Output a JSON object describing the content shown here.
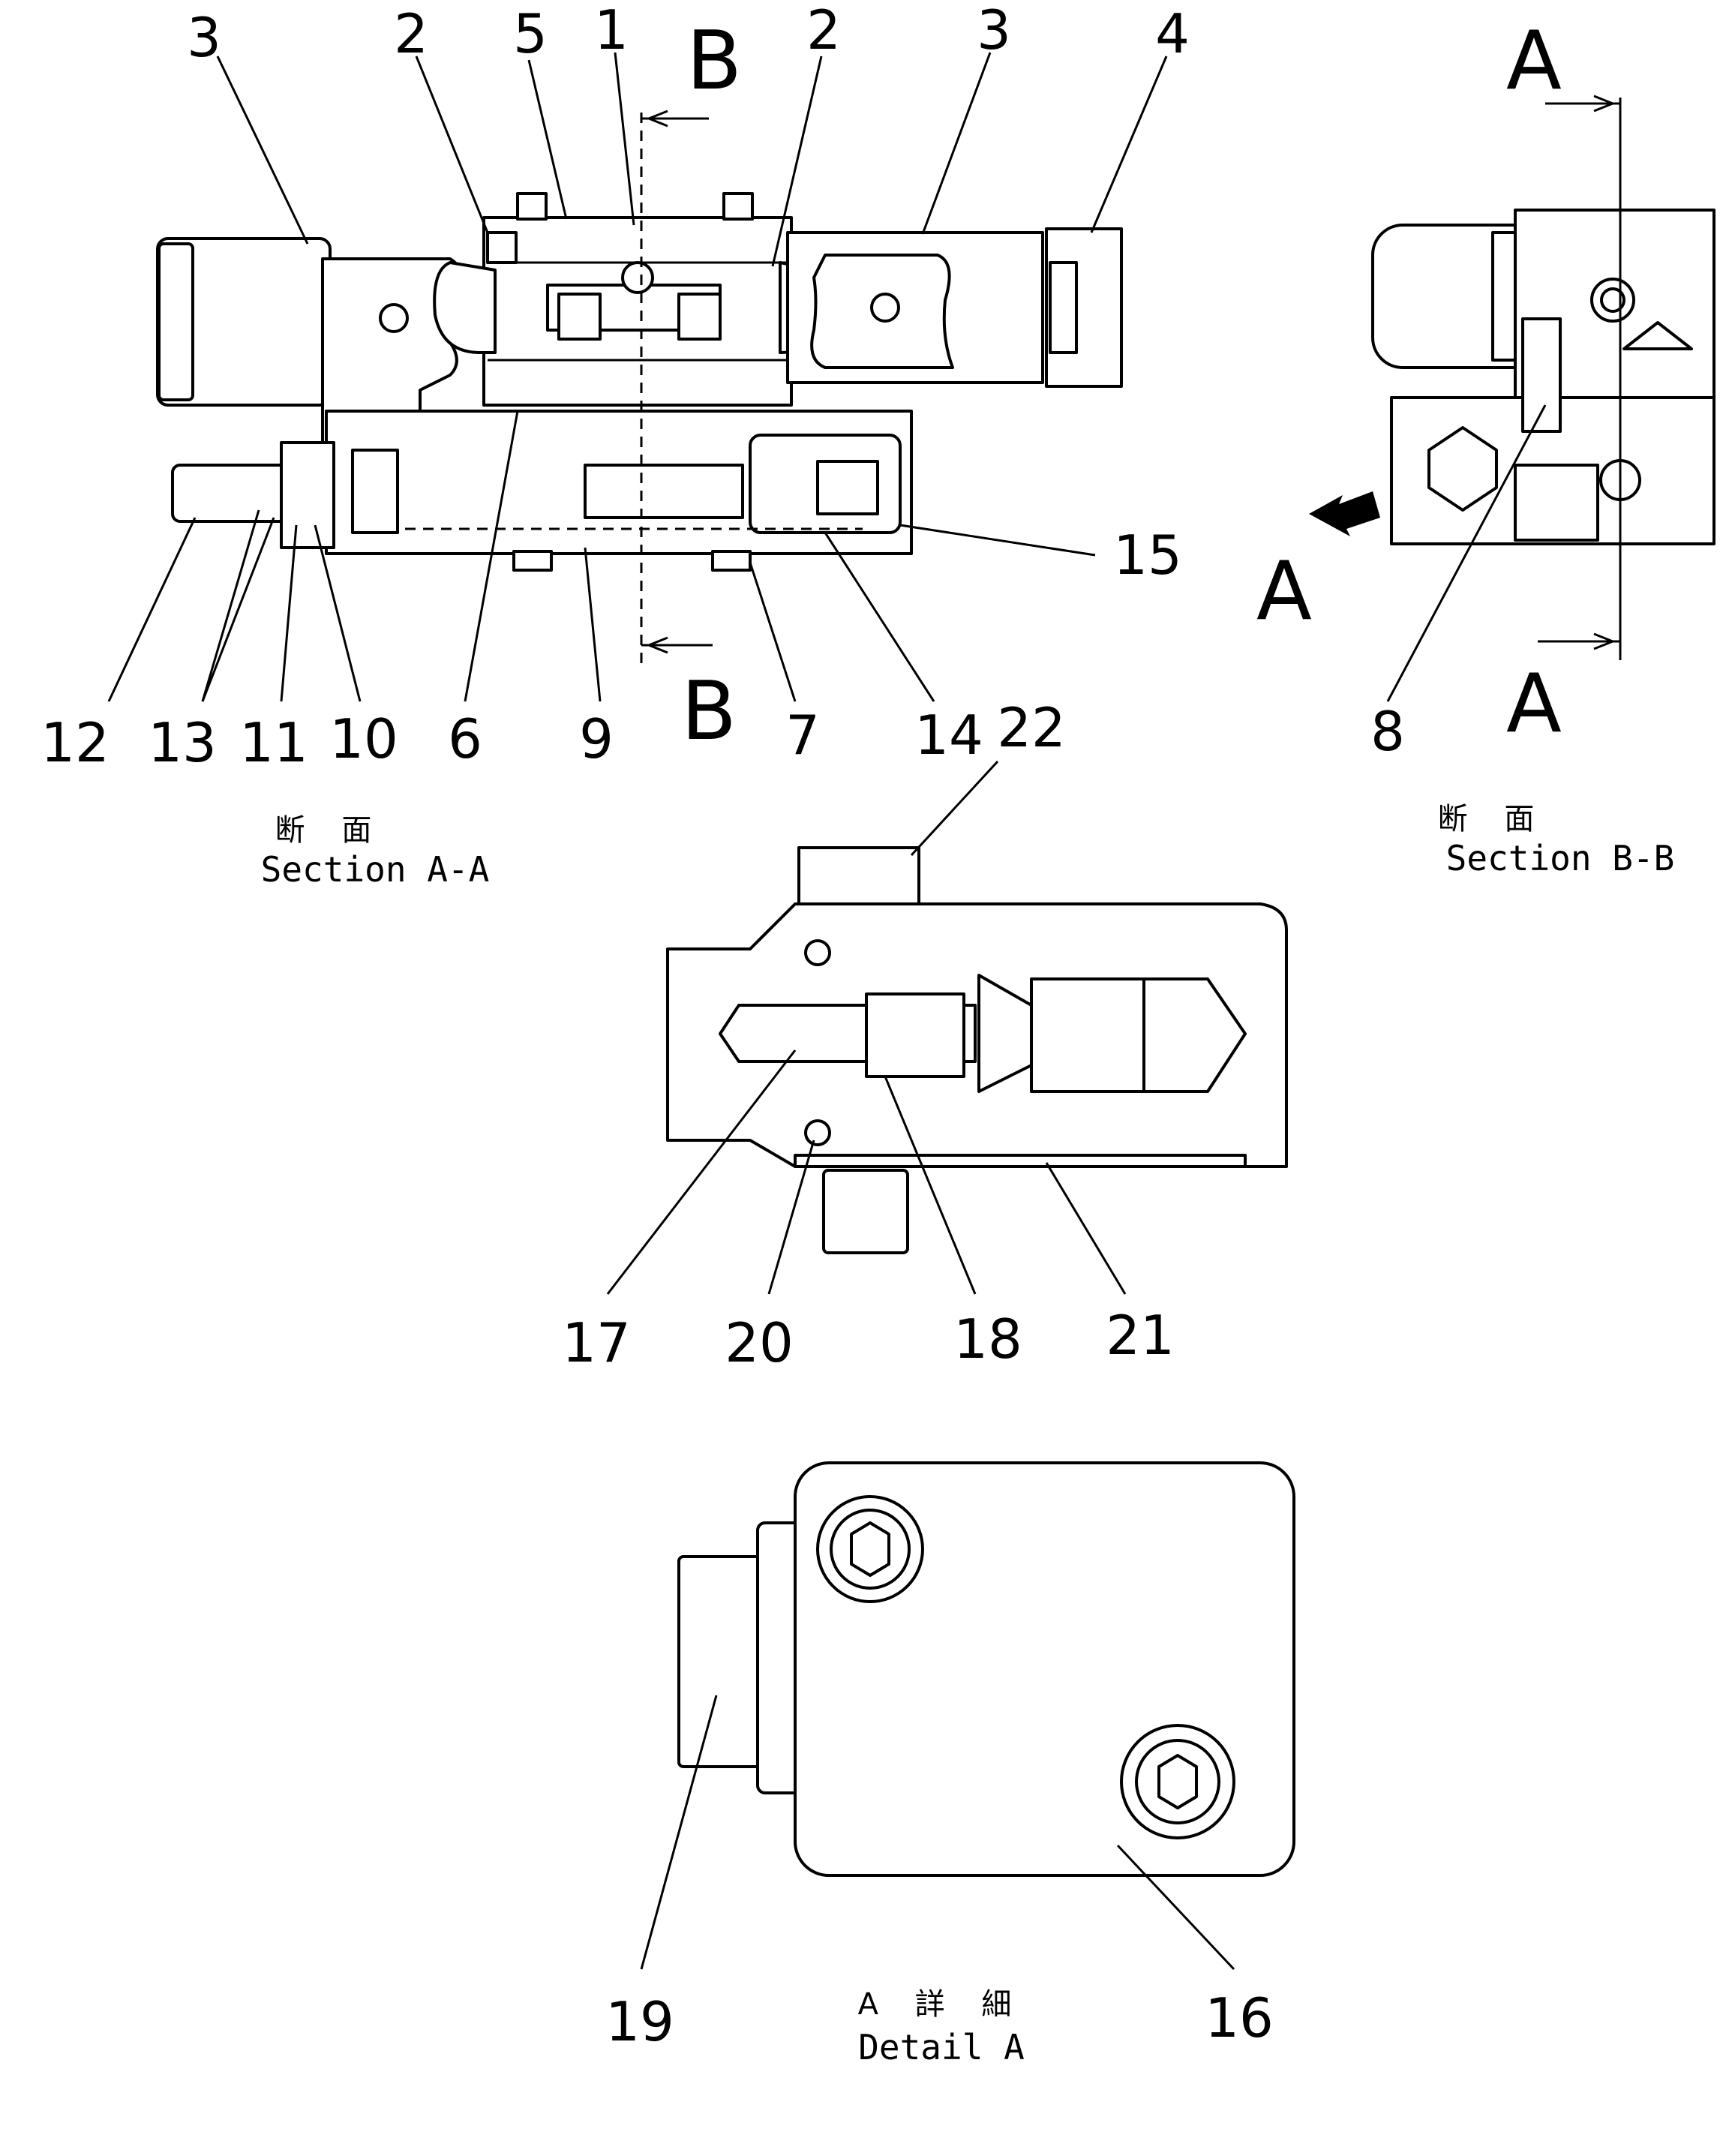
{
  "views": {
    "section_aa": {
      "caption_jp": "断 面",
      "caption_en": "Section  A-A"
    },
    "section_bb": {
      "caption_jp": "断 面",
      "caption_en": "Section  B-B"
    },
    "detail_a": {
      "caption_jp": "A 詳 細",
      "caption_en": "Detail  A"
    }
  },
  "section_markers": {
    "b_top": "B",
    "b_bottom": "B",
    "a_top": "A",
    "a_bottom": "A",
    "a_arrow": "A"
  },
  "callouts": {
    "c1": "1",
    "c2_left": "2",
    "c2_right": "2",
    "c3_left": "3",
    "c3_right": "3",
    "c4": "4",
    "c5": "5",
    "c6": "6",
    "c7": "7",
    "c8": "8",
    "c9": "9",
    "c10": "10",
    "c11": "11",
    "c12": "12",
    "c13": "13",
    "c14": "14",
    "c15": "15",
    "c16": "16",
    "c17": "17",
    "c18": "18",
    "c19": "19",
    "c20": "20",
    "c21": "21",
    "c22": "22"
  }
}
